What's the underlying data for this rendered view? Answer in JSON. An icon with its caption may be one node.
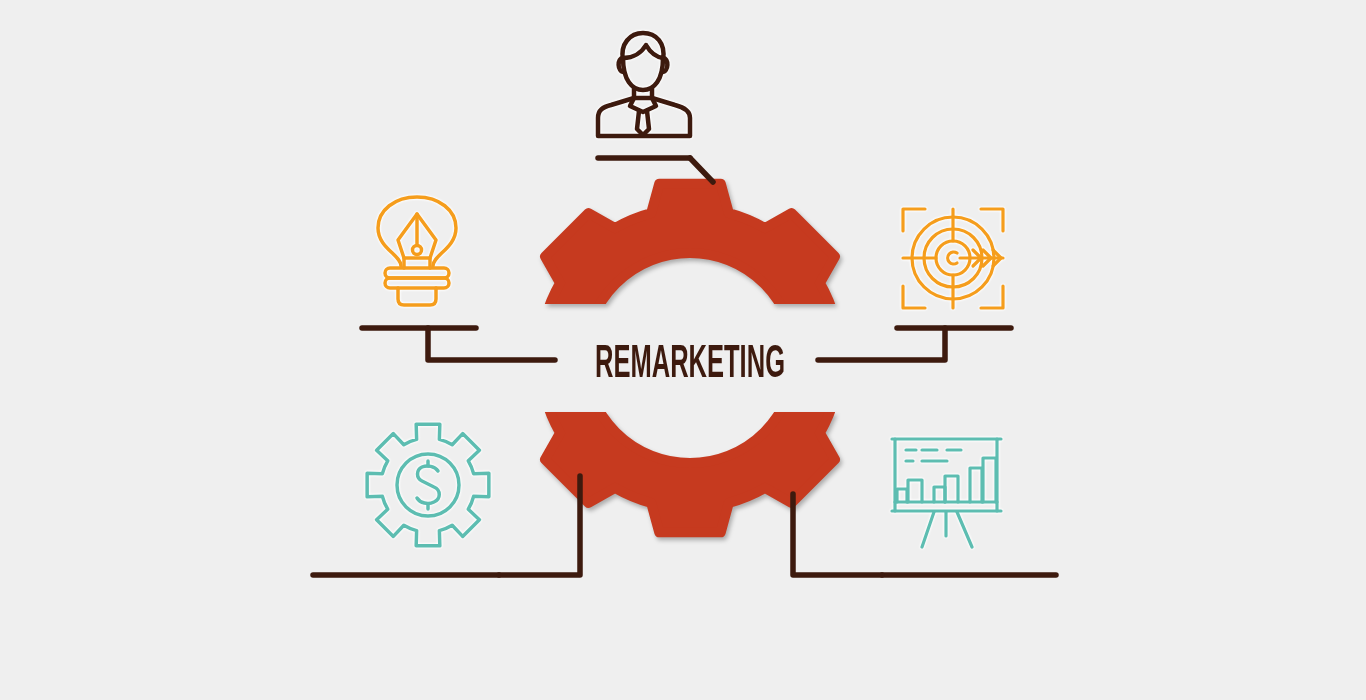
{
  "diagram": {
    "nodes": [
      {
        "text": [],
        "shape": "person"
      },
      {
        "text": [],
        "shape": "picture"
      },
      {
        "text": [
          "REMARKETING"
        ]
      },
      {
        "text": [],
        "shape": "picture"
      },
      {
        "text": [],
        "shape": "picture"
      },
      {
        "text": [],
        "shape": "picture"
      }
    ],
    "edges": [
      {
        "from": 2,
        "to": 0,
        "arrow": "none"
      },
      {
        "from": 2,
        "to": 1,
        "arrow": "none"
      },
      {
        "from": 2,
        "to": 3,
        "arrow": "none"
      },
      {
        "from": 2,
        "to": 4,
        "arrow": "none"
      },
      {
        "from": 2,
        "to": 5,
        "arrow": "none"
      }
    ]
  }
}
